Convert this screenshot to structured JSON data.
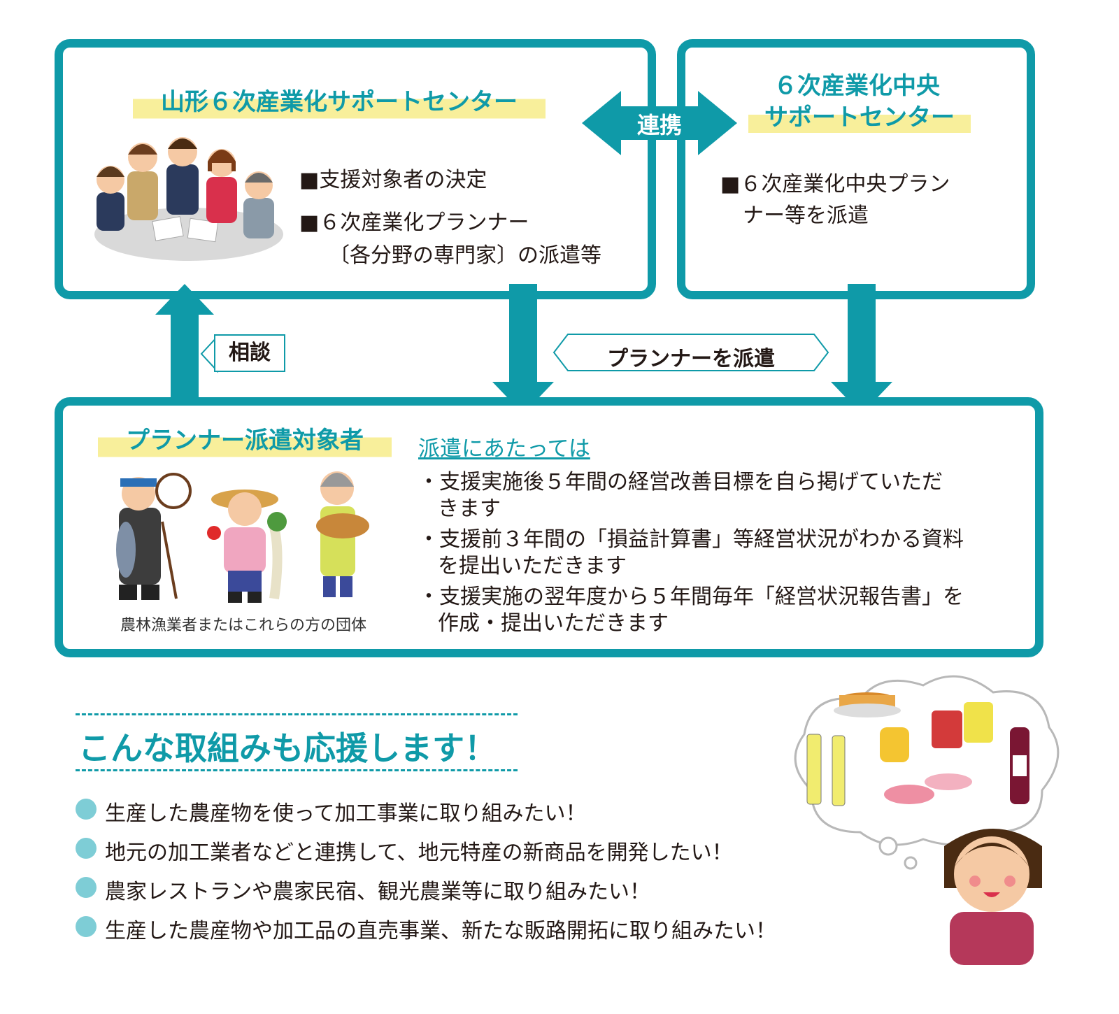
{
  "top_left": {
    "title": "山形６次産業化サポートセンター",
    "item1": "■支援対象者の決定",
    "item2": "■６次産業化プランナー",
    "item2b": "〔各分野の専門家〕の派遣等"
  },
  "top_right": {
    "title_line1": "６次産業化中央",
    "title_line2": "サポートセンター",
    "item1": "■６次産業化中央プラン",
    "item1b": "ナー等を派遣"
  },
  "arrows": {
    "link": "連携",
    "consult": "相談",
    "dispatch": "プランナーを派遣"
  },
  "bottom": {
    "title": "プランナー派遣対象者",
    "caption": "農林漁業者またはこれらの方の団体",
    "heading": "派遣にあたっては",
    "bullets": [
      {
        "l1": "・支援実施後５年間の経営改善目標を自ら掲げていただ",
        "l2": "きます"
      },
      {
        "l1": "・支援前３年間の「損益計算書」等経営状況がわかる資料",
        "l2": "を提出いただきます"
      },
      {
        "l1": "・支援実施の翌年度から５年間毎年「経営状況報告書」を",
        "l2": "作成・提出いただきます"
      }
    ]
  },
  "support": {
    "title": "こんな取組みも応援します！",
    "items": [
      "生産した農産物を使って加工事業に取り組みたい！",
      "地元の加工業者などと連携して、地元特産の新商品を開発したい！",
      "農家レストランや農家民宿、観光農業等に取り組みたい！",
      "生産した農産物や加工品の直売事業、新たな販路開拓に取り組みたい！"
    ]
  },
  "colors": {
    "accent": "#0f9aa8",
    "highlight": "#f8ef9b",
    "bullet": "#7ecdd6"
  }
}
